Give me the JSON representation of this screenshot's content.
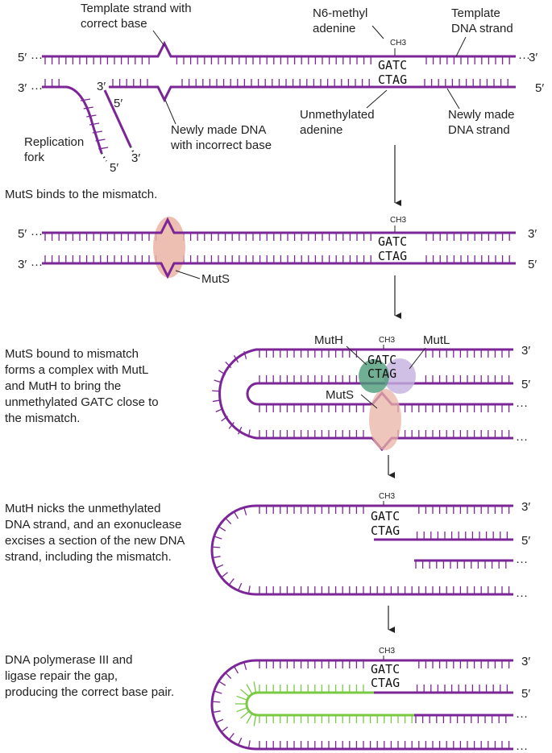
{
  "colors": {
    "strand": "#7b2597",
    "repair": "#7ac943",
    "muts": "#eab3a5",
    "muth": "#4c9b78",
    "mutl": "#c5b0df",
    "text": "#222222"
  },
  "panel1": {
    "top_five": "5′",
    "top_three": "3′",
    "end_dots": "···",
    "template_correct_label": [
      "Template strand with",
      "correct base"
    ],
    "methyl_label": [
      "N6-methyl",
      "adenine"
    ],
    "template_dna_label": [
      "Template",
      "DNA strand"
    ],
    "ch3": "CH3",
    "seq_top": "GATC",
    "seq_bottom": "CTAG",
    "unmethylated_label": [
      "Unmethylated",
      "adenine"
    ],
    "newly_made_label": [
      "Newly made",
      "DNA strand"
    ],
    "incorrect_base_label": [
      "Newly made DNA",
      "with incorrect base"
    ],
    "replication_fork_label": [
      "Replication",
      "fork"
    ]
  },
  "panel2": {
    "caption": "MutS binds to the mismatch.",
    "muts_label": "MutS"
  },
  "panel3": {
    "caption": [
      "MutS bound to mismatch",
      "forms a complex with MutL",
      "and MutH to bring the",
      "unmethylated GATC close to",
      "the mismatch."
    ],
    "muth_label": "MutH",
    "mutl_label": "MutL",
    "muts_label": "MutS"
  },
  "panel4": {
    "caption": [
      "MutH nicks the unmethylated",
      "DNA strand, and an exonuclease",
      "excises a section of the new DNA",
      "strand, including the mismatch."
    ]
  },
  "panel5": {
    "caption": [
      "DNA polymerase III and",
      "ligase repair the gap,",
      "producing the correct base pair."
    ]
  }
}
